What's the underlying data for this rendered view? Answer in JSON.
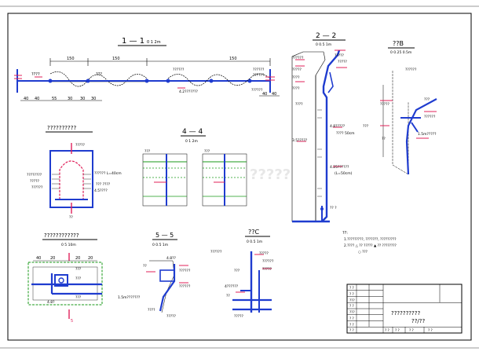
{
  "sections": {
    "s11": {
      "title": "1 — 1",
      "scale": "0  1  2m",
      "dim_left": "150",
      "dim_right": "150",
      "dim_mid": "???",
      "dims_bottom": [
        "40",
        "40",
        "55",
        "30",
        "30",
        "30"
      ],
      "labels_right": [
        "??????",
        "??????",
        "??????",
        "??????"
      ],
      "callout_a": "????",
      "callout_b": "4.2???????"
    },
    "s22": {
      "title": "2 — 2",
      "scale": "0  0.5  1m",
      "labels": [
        "??????",
        "?????",
        "?????",
        "?????",
        "????",
        "????",
        "????",
        "4.8?????",
        "???? 50cm",
        "3.5?????",
        "???",
        "4.25??????",
        "(L=50cm)",
        "??  ?"
      ]
    },
    "s_top_right": {
      "title": "??B",
      "scale": "0  0.25  0.5m",
      "labels": [
        "??????",
        "?????",
        "???",
        "??????",
        "??",
        "1.5m?????"
      ]
    },
    "s_detail_box": {
      "title": "??????????",
      "labels": [
        "?????",
        "????????",
        "?????",
        "??????",
        "?????? L=40cm",
        "??? ????",
        "4.5????",
        "??"
      ]
    },
    "s44": {
      "title": "4 — 4",
      "scale": "0  1  2m",
      "label_left": "???",
      "label_right": "???"
    },
    "s55": {
      "title": "5 — 5",
      "scale": "0  0.5  1m",
      "labels": [
        "4.8??",
        "??",
        "??????",
        "??????",
        "1.5m???????",
        "????",
        "?????"
      ]
    },
    "s_ccc": {
      "title": "??C",
      "scale": "0  0.5  1m",
      "labels": [
        "??????",
        "?????",
        "??????",
        "?????",
        "???",
        "4??????",
        "??",
        "?????"
      ]
    },
    "s_plan": {
      "title": "????????????",
      "scale": "0  5  10m",
      "dims": [
        "40",
        "20",
        "20",
        "20"
      ],
      "labels": [
        "???",
        "???",
        "4.8?",
        "???",
        "5"
      ]
    },
    "notes": {
      "heading": "??:",
      "lines": [
        "1.?????????, ???????, ?????????",
        "2.???? △ ?? ?????  ▲ ?? ????????",
        "○ ???"
      ]
    }
  },
  "title_block": {
    "rows": [
      "? ?",
      "? ?",
      "???",
      "? ?",
      "???",
      "? ?",
      "? ?",
      "? ?"
    ],
    "drawing_title": "??????????",
    "drawing_no": "??/??",
    "footer": [
      "? ?",
      "? ?",
      "? ?",
      "? ?"
    ]
  },
  "watermark": "?????"
}
